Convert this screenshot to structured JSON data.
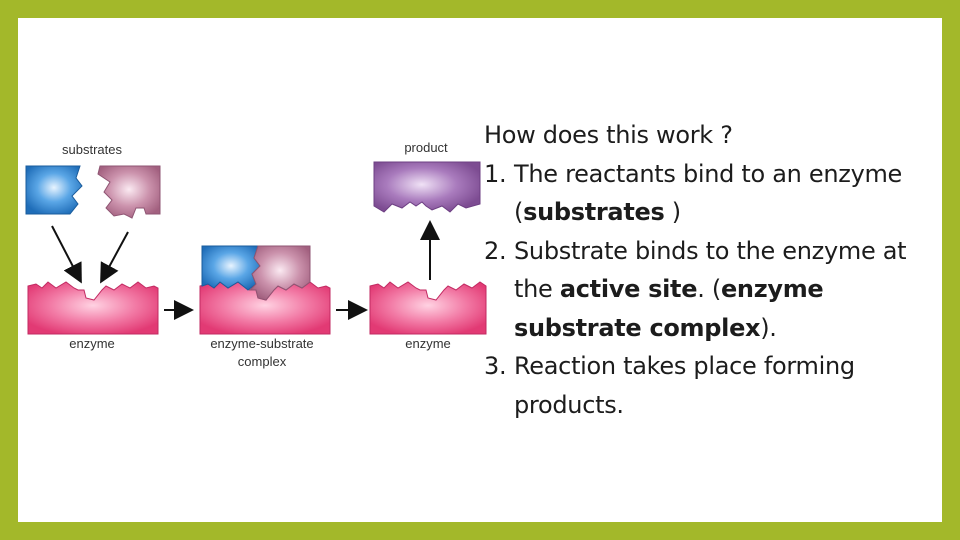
{
  "diagram": {
    "label_substrates": "substrates",
    "label_product": "product",
    "label_enzyme_1": "enzyme",
    "label_complex_line1": "enzyme-substrate",
    "label_complex_line2": "complex",
    "label_enzyme_2": "enzyme",
    "colors": {
      "enzyme": "#e8407a",
      "substrate_blue": "#2a7ec8",
      "substrate_mauve": "#b0708e",
      "product": "#8e5fa0"
    }
  },
  "text": {
    "question": "How does this work ?",
    "items": [
      {
        "num": "1.",
        "parts": [
          {
            "t": "The reactants bind to an enzyme (",
            "bold": false
          },
          {
            "t": "substrates",
            "bold": true
          },
          {
            "t": " )",
            "bold": false
          }
        ]
      },
      {
        "num": "2.",
        "parts": [
          {
            "t": "Substrate binds to the enzyme at the ",
            "bold": false
          },
          {
            "t": "active site",
            "bold": true
          },
          {
            "t": ". (",
            "bold": false
          },
          {
            "t": "enzyme substrate complex",
            "bold": true
          },
          {
            "t": ").",
            "bold": false
          }
        ]
      },
      {
        "num": "3.",
        "parts": [
          {
            "t": "Reaction takes place forming products.",
            "bold": false
          }
        ]
      }
    ]
  }
}
